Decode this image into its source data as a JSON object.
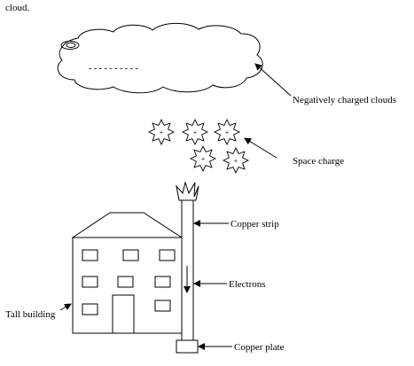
{
  "header_text": "cloud.",
  "labels": {
    "clouds": "Negatively charged clouds",
    "space_charge": "Space charge",
    "copper_strip": "Copper strip",
    "electrons": "Electrons",
    "tall_building": "Tall building",
    "copper_plate": "Copper plate"
  },
  "cloud_charges": "- - - -   -   -   -   -   -   -",
  "space_charge_symbol": "+"
}
